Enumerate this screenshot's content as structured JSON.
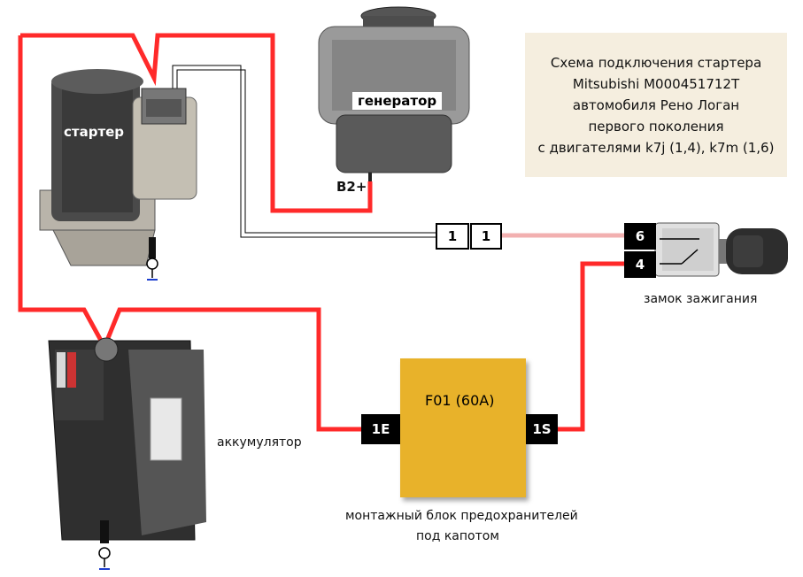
{
  "diagram": {
    "title_lines": [
      "Схема подключения стартера",
      "Mitsubishi M000451712T",
      "автомобиля Рено Логан",
      "первого поколения",
      "с двигателями k7j (1,4), k7m (1,6)"
    ],
    "components": {
      "starter": "стартер",
      "generator": "генератор",
      "generator_terminal": "B2+",
      "battery": "аккумулятор",
      "ignition_lock": "замок зажигания",
      "fuse_block_line1": "монтажный блок предохранителей",
      "fuse_block_line2": "под капотом",
      "fuse": "F01 (60A)"
    },
    "pins": {
      "connector_left": "1",
      "connector_right": "1",
      "lock_pin_top": "6",
      "lock_pin_bottom": "4",
      "fuse_in": "1E",
      "fuse_out": "1S"
    },
    "colors": {
      "power_wire": "#ff2a2a",
      "signal_wire": "#f2b0b0",
      "fuse_block": "#e8b22a",
      "fuse_element": "#1d3fcf",
      "title_bg": "#f5eedf"
    }
  }
}
